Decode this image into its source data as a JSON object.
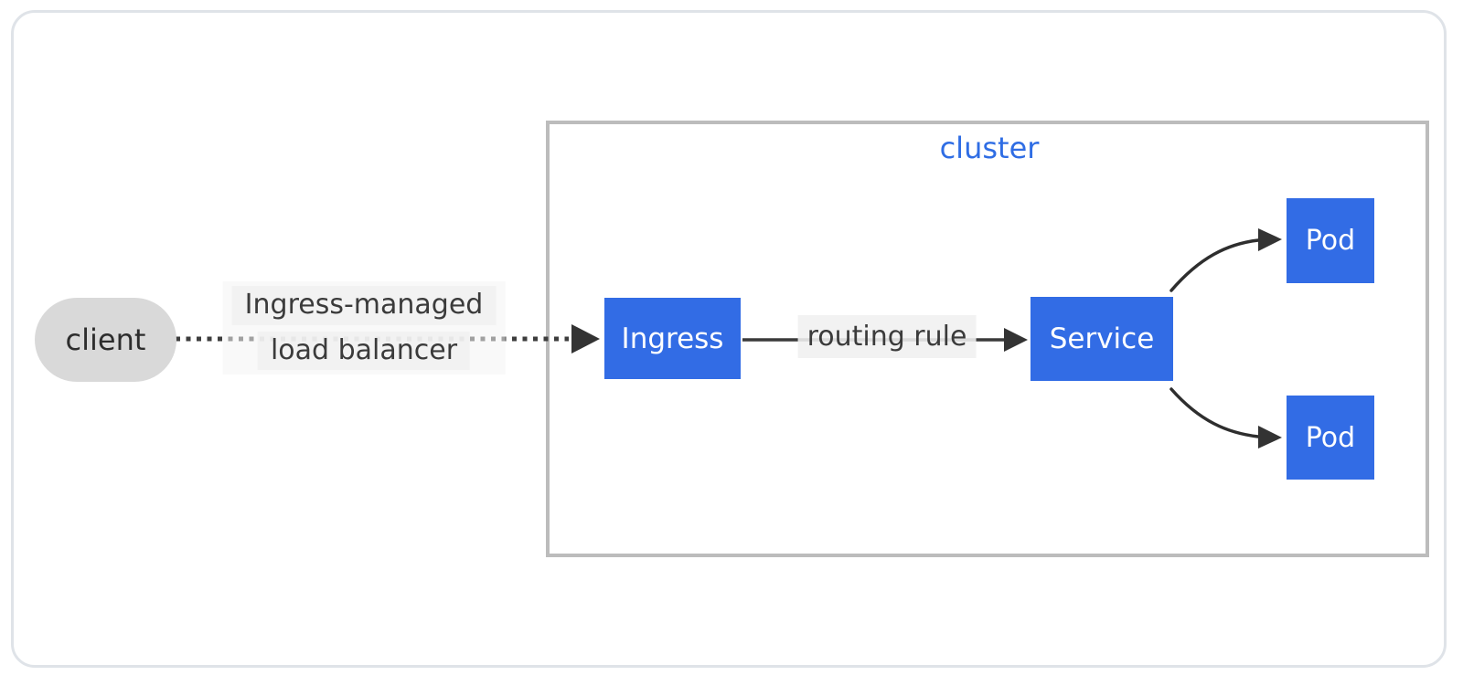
{
  "colors": {
    "node_blue": "#326ce5",
    "cluster_label": "#2f6de4",
    "cluster_border": "#bcbcbc",
    "client_gray": "#d9d9d9",
    "client_text": "#2d2d2d",
    "node_text": "#ffffff",
    "label_text": "#3b3b3b",
    "label_bg": "rgba(240,240,240,0.88)",
    "label_bg_outer": "rgba(244,244,244,0.55)",
    "arrow": "#333333",
    "outer_border": "#dfe3e8"
  },
  "cluster": {
    "label": "cluster"
  },
  "nodes": {
    "client": {
      "label": "client",
      "shape": "pill"
    },
    "ingress": {
      "label": "Ingress",
      "shape": "rect"
    },
    "service": {
      "label": "Service",
      "shape": "rect"
    },
    "pod_top": {
      "label": "Pod",
      "shape": "rect"
    },
    "pod_bottom": {
      "label": "Pod",
      "shape": "rect"
    }
  },
  "edges": {
    "client_to_ingress": {
      "style": "dashed-arrow",
      "label_line1": "Ingress-managed",
      "label_line2": "load balancer"
    },
    "ingress_to_service": {
      "style": "solid-arrow",
      "label": "routing rule"
    },
    "service_to_pod_top": {
      "style": "curved-arrow"
    },
    "service_to_pod_bottom": {
      "style": "curved-arrow"
    }
  }
}
